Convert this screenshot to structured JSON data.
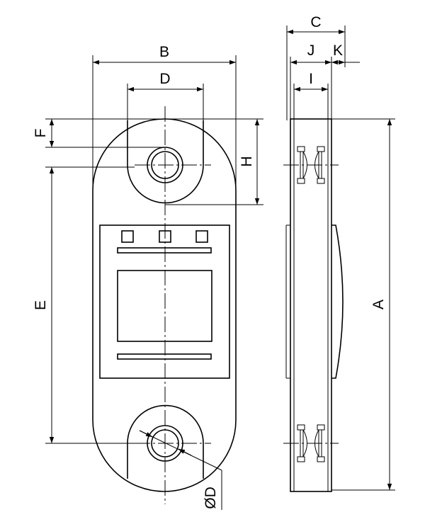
{
  "labels": {
    "A": "A",
    "B": "B",
    "C": "C",
    "D": "D",
    "E": "E",
    "F": "F",
    "H": "H",
    "I": "I",
    "J": "J",
    "K": "K",
    "phiD": "ØD"
  }
}
